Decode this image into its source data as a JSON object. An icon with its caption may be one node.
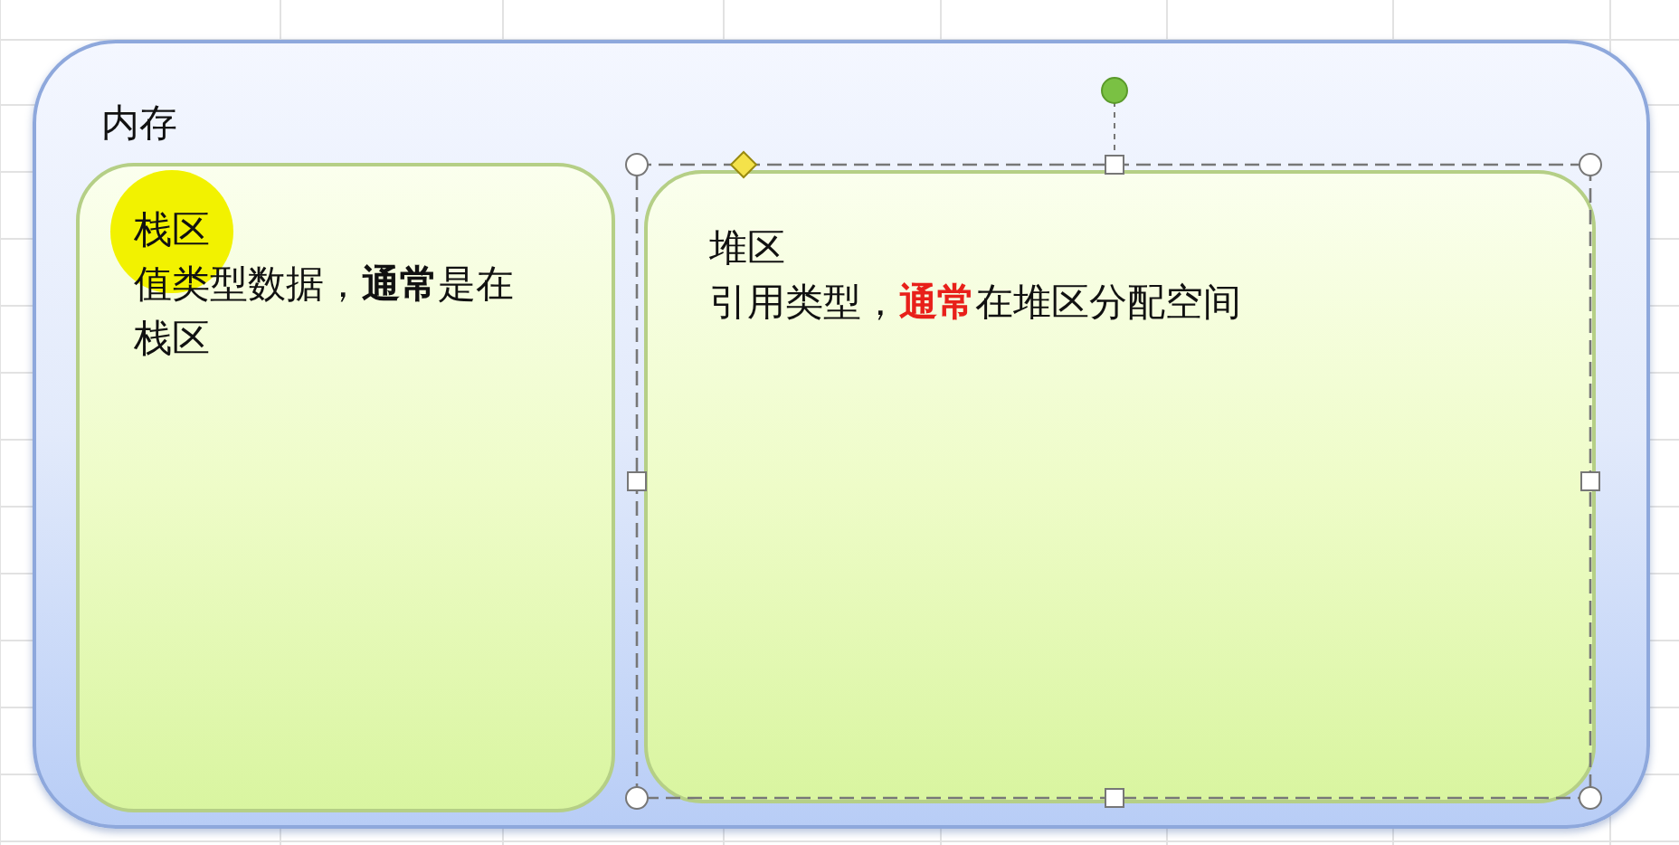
{
  "diagram": {
    "nodes": [
      {
        "text": [
          "内存"
        ]
      },
      {
        "text": [
          "栈区",
          "值类型数据，**通常**是在栈区"
        ],
        "in": 0
      },
      {
        "text": [
          "堆区",
          "引用类型，**通常**在堆区分配空间"
        ],
        "in": 0
      }
    ]
  }
}
